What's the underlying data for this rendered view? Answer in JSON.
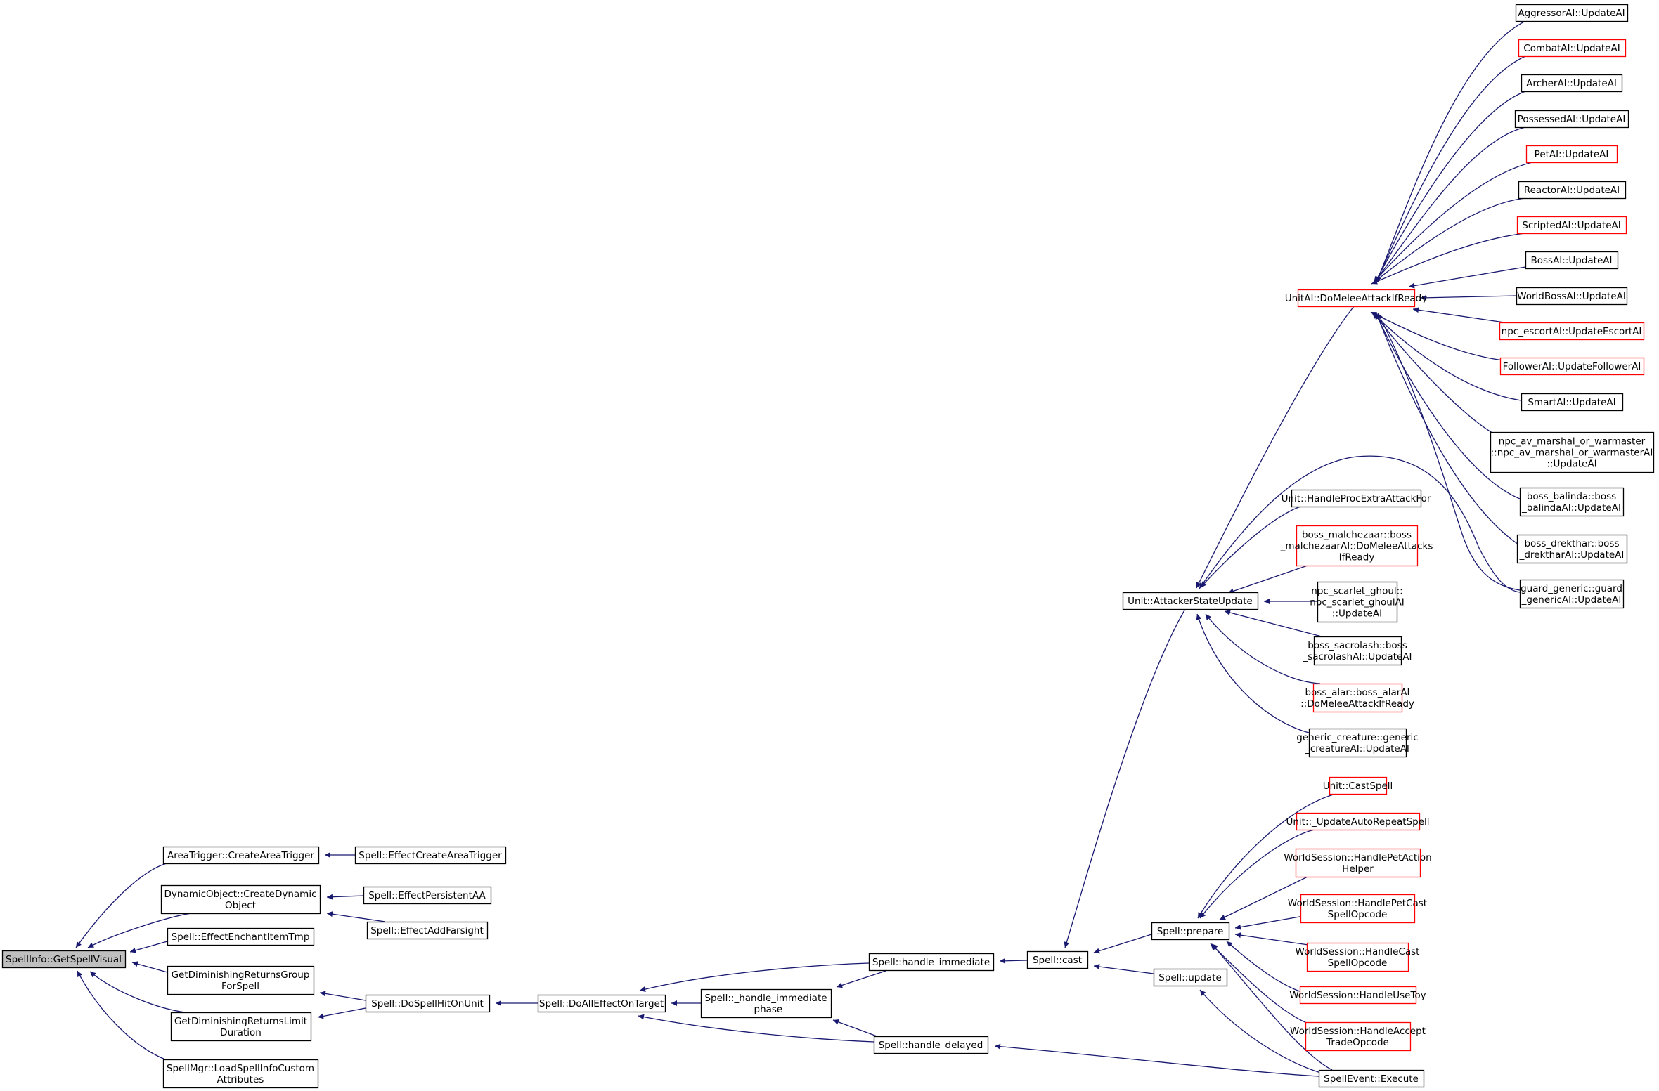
{
  "colors": {
    "edge": "#191970",
    "node_border": "#000000",
    "node_border_truncated": "#ff0000",
    "root_fill": "#bfbfbf",
    "node_fill": "#ffffff",
    "text": "#000000"
  },
  "nodes": [
    {
      "id": "root",
      "lines": [
        "SpellInfo::GetSpellVisual"
      ],
      "root": true
    },
    {
      "id": "at_create",
      "lines": [
        "AreaTrigger::CreateAreaTrigger"
      ]
    },
    {
      "id": "do_create",
      "lines": [
        "DynamicObject::CreateDynamic",
        "Object"
      ]
    },
    {
      "id": "eff_enchant",
      "lines": [
        "Spell::EffectEnchantItemTmp"
      ]
    },
    {
      "id": "dr_group",
      "lines": [
        "GetDiminishingReturnsGroup",
        "ForSpell"
      ]
    },
    {
      "id": "dr_limit",
      "lines": [
        "GetDiminishingReturnsLimit",
        "Duration"
      ]
    },
    {
      "id": "spellmgr",
      "lines": [
        "SpellMgr::LoadSpellInfoCustom",
        "Attributes"
      ]
    },
    {
      "id": "eff_create_at",
      "lines": [
        "Spell::EffectCreateAreaTrigger"
      ]
    },
    {
      "id": "eff_persist",
      "lines": [
        "Spell::EffectPersistentAA"
      ]
    },
    {
      "id": "eff_farsight",
      "lines": [
        "Spell::EffectAddFarsight"
      ]
    },
    {
      "id": "hit_unit",
      "lines": [
        "Spell::DoSpellHitOnUnit"
      ]
    },
    {
      "id": "all_effect",
      "lines": [
        "Spell::DoAllEffectOnTarget"
      ]
    },
    {
      "id": "imm_phase",
      "lines": [
        "Spell::_handle_immediate",
        "_phase"
      ]
    },
    {
      "id": "handle_imm",
      "lines": [
        "Spell::handle_immediate"
      ]
    },
    {
      "id": "handle_del",
      "lines": [
        "Spell::handle_delayed"
      ]
    },
    {
      "id": "cast",
      "lines": [
        "Spell::cast"
      ]
    },
    {
      "id": "prepare",
      "lines": [
        "Spell::prepare"
      ]
    },
    {
      "id": "update",
      "lines": [
        "Spell::update"
      ]
    },
    {
      "id": "execute",
      "lines": [
        "SpellEvent::Execute"
      ]
    },
    {
      "id": "attacker",
      "lines": [
        "Unit::AttackerStateUpdate"
      ]
    },
    {
      "id": "melee",
      "lines": [
        "UnitAI::DoMeleeAttackIfReady"
      ],
      "truncated": true
    },
    {
      "id": "extra_attack",
      "lines": [
        "Unit::HandleProcExtraAttackFor"
      ]
    },
    {
      "id": "malchezaar",
      "lines": [
        "boss_malchezaar::boss",
        "_malchezaarAI::DoMeleeAttacks",
        "IfReady"
      ],
      "truncated": true
    },
    {
      "id": "scarlet",
      "lines": [
        "npc_scarlet_ghoul::",
        "npc_scarlet_ghoulAI",
        "::UpdateAI"
      ]
    },
    {
      "id": "sacrolash",
      "lines": [
        "boss_sacrolash::boss",
        "_sacrolashAI::UpdateAI"
      ]
    },
    {
      "id": "alar",
      "lines": [
        "boss_alar::boss_alarAI",
        "::DoMeleeAttackIfReady"
      ],
      "truncated": true
    },
    {
      "id": "generic_creature",
      "lines": [
        "generic_creature::generic",
        "_creatureAI::UpdateAI"
      ]
    },
    {
      "id": "aggressor",
      "lines": [
        "AggressorAI::UpdateAI"
      ]
    },
    {
      "id": "combat",
      "lines": [
        "CombatAI::UpdateAI"
      ],
      "truncated": true
    },
    {
      "id": "archer",
      "lines": [
        "ArcherAI::UpdateAI"
      ]
    },
    {
      "id": "possessed",
      "lines": [
        "PossessedAI::UpdateAI"
      ]
    },
    {
      "id": "petai",
      "lines": [
        "PetAI::UpdateAI"
      ],
      "truncated": true
    },
    {
      "id": "reactor",
      "lines": [
        "ReactorAI::UpdateAI"
      ]
    },
    {
      "id": "scripted",
      "lines": [
        "ScriptedAI::UpdateAI"
      ],
      "truncated": true
    },
    {
      "id": "boss",
      "lines": [
        "BossAI::UpdateAI"
      ]
    },
    {
      "id": "worldboss",
      "lines": [
        "WorldBossAI::UpdateAI"
      ]
    },
    {
      "id": "escort",
      "lines": [
        "npc_escortAI::UpdateEscortAI"
      ],
      "truncated": true
    },
    {
      "id": "follower",
      "lines": [
        "FollowerAI::UpdateFollowerAI"
      ],
      "truncated": true
    },
    {
      "id": "smart",
      "lines": [
        "SmartAI::UpdateAI"
      ]
    },
    {
      "id": "marshal",
      "lines": [
        "npc_av_marshal_or_warmaster",
        "::npc_av_marshal_or_warmasterAI",
        "::UpdateAI"
      ]
    },
    {
      "id": "balinda",
      "lines": [
        "boss_balinda::boss",
        "_balindaAI::UpdateAI"
      ]
    },
    {
      "id": "drekthar",
      "lines": [
        "boss_drekthar::boss",
        "_drektharAI::UpdateAI"
      ]
    },
    {
      "id": "guard",
      "lines": [
        "guard_generic::guard",
        "_genericAI::UpdateAI"
      ]
    },
    {
      "id": "castspell",
      "lines": [
        "Unit::CastSpell"
      ],
      "truncated": true
    },
    {
      "id": "autorepeat",
      "lines": [
        "Unit::_UpdateAutoRepeatSpell"
      ],
      "truncated": true
    },
    {
      "id": "petaction",
      "lines": [
        "WorldSession::HandlePetAction",
        "Helper"
      ],
      "truncated": true
    },
    {
      "id": "petcast",
      "lines": [
        "WorldSession::HandlePetCast",
        "SpellOpcode"
      ],
      "truncated": true
    },
    {
      "id": "castop",
      "lines": [
        "WorldSession::HandleCast",
        "SpellOpcode"
      ],
      "truncated": true
    },
    {
      "id": "usetoy",
      "lines": [
        "WorldSession::HandleUseToy"
      ],
      "truncated": true
    },
    {
      "id": "accepttrade",
      "lines": [
        "WorldSession::HandleAccept",
        "TradeOpcode"
      ],
      "truncated": true
    }
  ],
  "edges": [
    [
      "root",
      "at_create"
    ],
    [
      "root",
      "do_create"
    ],
    [
      "root",
      "eff_enchant"
    ],
    [
      "root",
      "dr_group"
    ],
    [
      "root",
      "dr_limit"
    ],
    [
      "root",
      "spellmgr"
    ],
    [
      "at_create",
      "eff_create_at"
    ],
    [
      "do_create",
      "eff_persist"
    ],
    [
      "do_create",
      "eff_farsight"
    ],
    [
      "dr_group",
      "hit_unit"
    ],
    [
      "dr_limit",
      "hit_unit"
    ],
    [
      "hit_unit",
      "all_effect"
    ],
    [
      "all_effect",
      "imm_phase"
    ],
    [
      "all_effect",
      "handle_imm"
    ],
    [
      "all_effect",
      "handle_del"
    ],
    [
      "imm_phase",
      "handle_imm"
    ],
    [
      "imm_phase",
      "handle_del"
    ],
    [
      "handle_imm",
      "cast"
    ],
    [
      "handle_del",
      "execute"
    ],
    [
      "cast",
      "attacker"
    ],
    [
      "cast",
      "prepare"
    ],
    [
      "cast",
      "update"
    ],
    [
      "update",
      "execute"
    ],
    [
      "attacker",
      "melee"
    ],
    [
      "attacker",
      "extra_attack"
    ],
    [
      "attacker",
      "malchezaar"
    ],
    [
      "attacker",
      "scarlet"
    ],
    [
      "attacker",
      "sacrolash"
    ],
    [
      "attacker",
      "alar"
    ],
    [
      "attacker",
      "generic_creature"
    ],
    [
      "attacker",
      "guard"
    ],
    [
      "melee",
      "aggressor"
    ],
    [
      "melee",
      "combat"
    ],
    [
      "melee",
      "archer"
    ],
    [
      "melee",
      "possessed"
    ],
    [
      "melee",
      "petai"
    ],
    [
      "melee",
      "reactor"
    ],
    [
      "melee",
      "scripted"
    ],
    [
      "melee",
      "boss"
    ],
    [
      "melee",
      "worldboss"
    ],
    [
      "melee",
      "escort"
    ],
    [
      "melee",
      "follower"
    ],
    [
      "melee",
      "smart"
    ],
    [
      "melee",
      "marshal"
    ],
    [
      "melee",
      "balinda"
    ],
    [
      "melee",
      "drekthar"
    ],
    [
      "melee",
      "guard"
    ],
    [
      "prepare",
      "castspell"
    ],
    [
      "prepare",
      "autorepeat"
    ],
    [
      "prepare",
      "petaction"
    ],
    [
      "prepare",
      "petcast"
    ],
    [
      "prepare",
      "castop"
    ],
    [
      "prepare",
      "usetoy"
    ],
    [
      "prepare",
      "accepttrade"
    ],
    [
      "prepare",
      "execute"
    ]
  ]
}
